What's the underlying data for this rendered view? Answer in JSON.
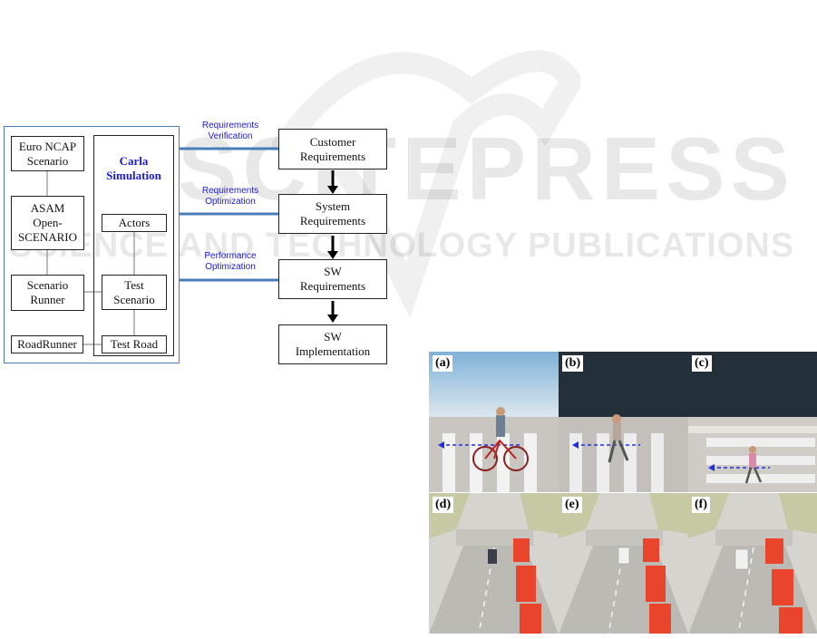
{
  "watermark": {
    "line1": "SCITEPRESS",
    "line2": "SCIENCE AND TECHNOLOGY PUBLICATIONS"
  },
  "diagram": {
    "left_boxes": {
      "euro_ncap": "Euro NCAP\nScenario",
      "asam": "ASAM\nOpen-\nSCENARIO",
      "scenario_runner": "Scenario\nRunner",
      "roadrunner": "RoadRunner"
    },
    "carla": {
      "title": "Carla\nSimulation",
      "actors": "Actors",
      "test_scenario": "Test\nScenario",
      "test_road": "Test Road"
    },
    "links": {
      "verification": "Requirements\nVerification",
      "optimization": "Requirements\nOptimization",
      "performance": "Performance\nOptimization"
    },
    "chain": {
      "customer": "Customer\nRequirements",
      "system": "System\nRequirements",
      "sw_req": "SW\nRequirements",
      "sw_impl": "SW\nImplementation"
    }
  },
  "panels": {
    "labels": [
      "(a)",
      "(b)",
      "(c)",
      "(d)",
      "(e)",
      "(f)"
    ]
  },
  "colors": {
    "link_blue": "#4a7db8",
    "label_blue": "#1a1ad6",
    "arrow_blue": "#1f2ee0",
    "truck_red": "#e8452c"
  }
}
